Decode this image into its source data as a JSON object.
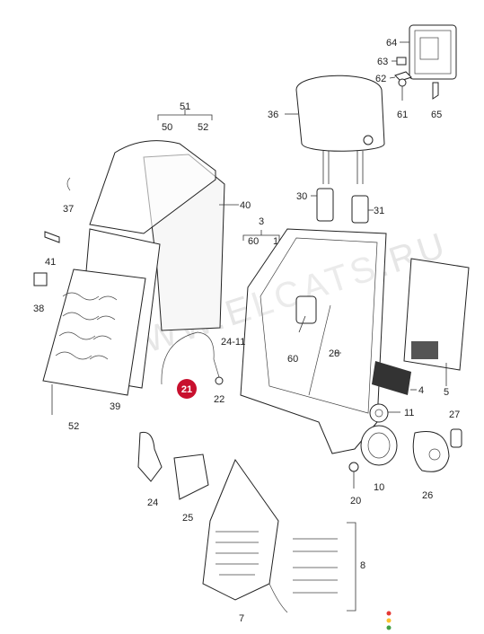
{
  "watermark": "WWW.ELCATS.RU",
  "date_stamp": "24-11",
  "highlight": {
    "label": "21",
    "color": "#c8102e"
  },
  "traffic_dots": [
    "#e53935",
    "#fbc02d",
    "#43a047"
  ],
  "labels": {
    "l51": "51",
    "l50": "50",
    "l52top": "52",
    "l3": "3",
    "l60top": "60",
    "l1": "1",
    "l64": "64",
    "l63": "63",
    "l62": "62",
    "l61": "61",
    "l65": "65",
    "l36": "36",
    "l30": "30",
    "l31": "31",
    "l37": "37",
    "l41": "41",
    "l38": "38",
    "l52": "52",
    "l39": "39",
    "l40": "40",
    "l22": "22",
    "l60": "60",
    "l28": "28",
    "l4": "4",
    "l5": "5",
    "l11": "11",
    "l27": "27",
    "l10": "10",
    "l26": "26",
    "l20": "20",
    "l24": "24",
    "l25": "25",
    "l7": "7",
    "l8": "8"
  }
}
